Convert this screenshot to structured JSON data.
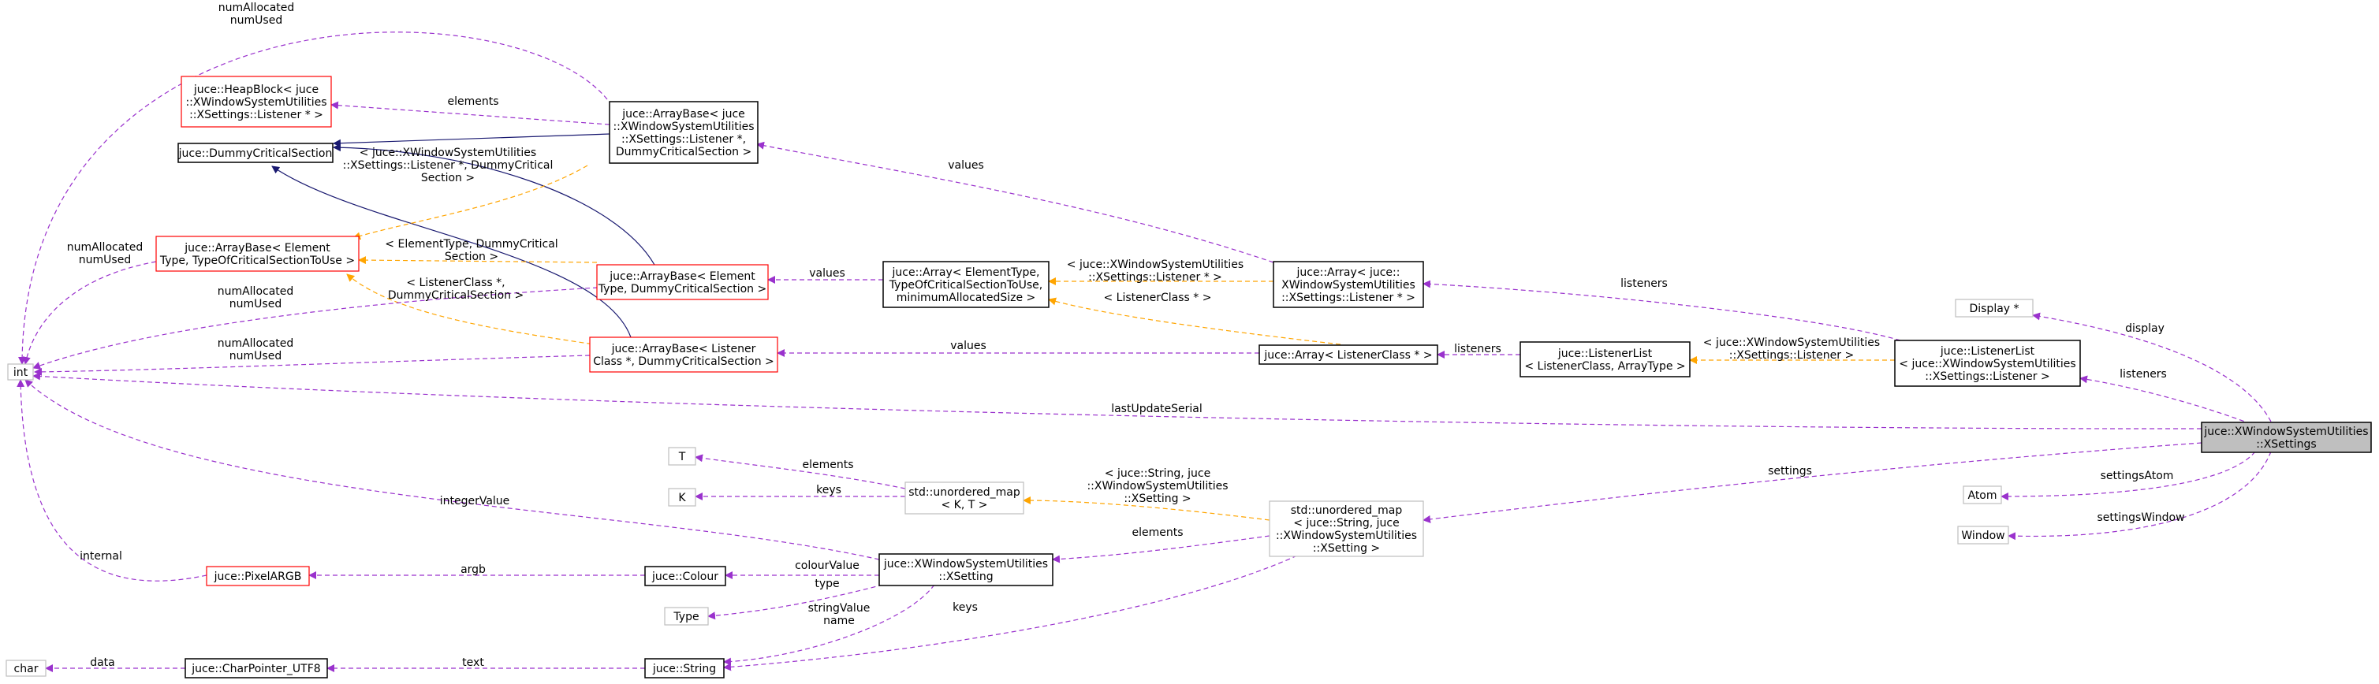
{
  "colors": {
    "solid_border": "#000000",
    "red_border": "#ff0000",
    "gray_border": "#bfbfbf",
    "highlight_fill": "#bfbfbf",
    "member_edge": "#9a32cd",
    "template_edge": "#ffa500",
    "inherit_edge": "#191970"
  },
  "nodes": {
    "n_int": [
      "int"
    ],
    "n_char": [
      "char"
    ],
    "n_T": [
      "T"
    ],
    "n_K": [
      "K"
    ],
    "n_Type": [
      "Type"
    ],
    "n_Atom": [
      "Atom"
    ],
    "n_Window": [
      "Window"
    ],
    "n_Display": [
      "Display *"
    ],
    "n_HeapBlock": [
      "juce::HeapBlock< juce",
      "::XWindowSystemUtilities",
      "::XSettings::Listener * >"
    ],
    "n_DummyCS": [
      "juce::DummyCriticalSection"
    ],
    "n_ArrayBaseXS": [
      "juce::ArrayBase< juce",
      "::XWindowSystemUtilities",
      "::XSettings::Listener *,",
      " DummyCriticalSection >"
    ],
    "n_ArrayBaseGeneric": [
      "juce::ArrayBase< Element",
      "Type, TypeOfCriticalSectionToUse >"
    ],
    "n_ArrayBaseElem": [
      "juce::ArrayBase< Element",
      "Type, DummyCriticalSection >"
    ],
    "n_ArrayBaseListener": [
      "juce::ArrayBase< Listener",
      "Class *, DummyCriticalSection >"
    ],
    "n_ArrayGeneric": [
      "juce::Array< ElementType,",
      " TypeOfCriticalSectionToUse,",
      " minimumAllocatedSize >"
    ],
    "n_ArrayXS": [
      "juce::Array< juce::",
      "XWindowSystemUtilities",
      "::XSettings::Listener * >"
    ],
    "n_ArrayListener": [
      "juce::Array< ListenerClass * >"
    ],
    "n_ListenerListGeneric": [
      "juce::ListenerList",
      "< ListenerClass, ArrayType >"
    ],
    "n_ListenerListXS": [
      "juce::ListenerList",
      "< juce::XWindowSystemUtilities",
      "::XSettings::Listener >"
    ],
    "n_XSettings": [
      "juce::XWindowSystemUtilities",
      "::XSettings"
    ],
    "n_UnorderedMapKT": [
      "std::unordered_map",
      "< K, T >"
    ],
    "n_UnorderedMapXS": [
      "std::unordered_map",
      "< juce::String, juce",
      "::XWindowSystemUtilities",
      "::XSetting >"
    ],
    "n_XSetting": [
      "juce::XWindowSystemUtilities",
      "::XSetting"
    ],
    "n_PixelARGB": [
      "juce::PixelARGB"
    ],
    "n_Colour": [
      "juce::Colour"
    ],
    "n_CharPointer": [
      "juce::CharPointer_UTF8"
    ],
    "n_String": [
      "juce::String"
    ]
  },
  "edge_labels": {
    "l_top_numAllocated": [
      "numAllocated",
      "numUsed"
    ],
    "l_elements_heap": [
      "elements"
    ],
    "l_xs_template_args": [
      "< juce::XWindowSystemUtilities",
      "::XSettings::Listener *, DummyCritical",
      "Section >"
    ],
    "l_elem_dummy": [
      "< ElementType, DummyCritical",
      "Section >"
    ],
    "l_listener_dummy": [
      "< ListenerClass *,",
      " DummyCriticalSection >"
    ],
    "l_generic_numAllocated": [
      "numAllocated",
      "numUsed"
    ],
    "l_elem_numAllocated": [
      "numAllocated",
      "numUsed"
    ],
    "l_listener_numAllocated": [
      "numAllocated",
      "numUsed"
    ],
    "l_values_top": [
      "values"
    ],
    "l_values_mid": [
      "values"
    ],
    "l_values_low": [
      "values"
    ],
    "l_array_xs_args": [
      "< juce::XWindowSystemUtilities",
      "::XSettings::Listener * >"
    ],
    "l_listenerclass_ptr": [
      "< ListenerClass * >"
    ],
    "l_listeners_upper": [
      "listeners"
    ],
    "l_listeners_lower": [
      "listeners"
    ],
    "l_listenerlist_args": [
      "< juce::XWindowSystemUtilities",
      "::XSettings::Listener >"
    ],
    "l_display": [
      "display"
    ],
    "l_listeners_xs": [
      "listeners"
    ],
    "l_lastUpdateSerial": [
      "lastUpdateSerial"
    ],
    "l_settings": [
      "settings"
    ],
    "l_settingsAtom": [
      "settingsAtom"
    ],
    "l_settingsWindow": [
      "settingsWindow"
    ],
    "l_elements_T": [
      "elements"
    ],
    "l_keys_K": [
      "keys"
    ],
    "l_map_xs_args": [
      "< juce::String, juce",
      "::XWindowSystemUtilities",
      "::XSetting >"
    ],
    "l_elements_xsetting": [
      "elements"
    ],
    "l_integerValue": [
      "integerValue"
    ],
    "l_internal": [
      "internal"
    ],
    "l_argb": [
      "argb"
    ],
    "l_colourValue": [
      "colourValue"
    ],
    "l_type": [
      "type"
    ],
    "l_stringValue": [
      "stringValue",
      "name"
    ],
    "l_keys_string": [
      "keys"
    ],
    "l_data": [
      "data"
    ],
    "l_text": [
      "text"
    ]
  }
}
